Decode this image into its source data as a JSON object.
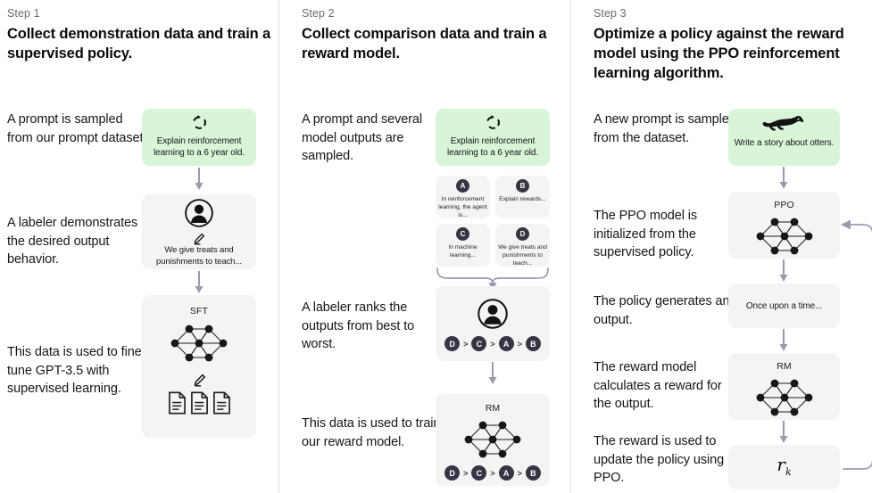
{
  "palette": {
    "green_box": "#d8f5d8",
    "grey_box": "#f4f4f5",
    "arrow": "#9a9ab0",
    "badge": "#353543",
    "divider": "#e2e2e4",
    "text": "#16161a",
    "muted_text": "#6b6b72"
  },
  "columns": [
    {
      "step_label": "Step 1",
      "title": "Collect demonstration data and train a supervised policy.",
      "captions": [
        "A prompt is sampled from our prompt dataset.",
        "A labeler demonstrates the desired output behavior.",
        "This data is used to fine-tune GPT-3.5 with supervised learning."
      ],
      "nodes": [
        {
          "id": "prompt",
          "kind": "green",
          "icon": "cycle-icon",
          "text": "Explain reinforcement learning to a 6 year old."
        },
        {
          "id": "labeler",
          "kind": "grey",
          "icon": "person-icon",
          "icon2": "pencil-icon",
          "text": "We give treats and punishments to teach..."
        },
        {
          "id": "sft",
          "kind": "grey",
          "title": "SFT",
          "icon": "neural-net-icon",
          "icon2": "pencil-icon",
          "icon3": "documents-icon"
        }
      ]
    },
    {
      "step_label": "Step 2",
      "title": "Collect comparison data and train a reward model.",
      "captions": [
        "A prompt and several model outputs are sampled.",
        "A labeler ranks the outputs from best to worst.",
        "This data is used to train our reward model."
      ],
      "nodes": [
        {
          "id": "prompt",
          "kind": "green",
          "icon": "cycle-icon",
          "text": "Explain reinforcement learning to a 6 year old."
        },
        {
          "id": "output-a",
          "kind": "grey",
          "badge": "A",
          "text": "In reinforcement learning, the agent is..."
        },
        {
          "id": "output-b",
          "kind": "grey",
          "badge": "B",
          "text": "Explain rewards..."
        },
        {
          "id": "output-c",
          "kind": "grey",
          "badge": "C",
          "text": "In machine learning..."
        },
        {
          "id": "output-d",
          "kind": "grey",
          "badge": "D",
          "text": "We give treats and punishments to teach..."
        },
        {
          "id": "ranking",
          "kind": "grey",
          "icon": "person-icon",
          "ranking": [
            "D",
            "C",
            "A",
            "B"
          ]
        },
        {
          "id": "rm",
          "kind": "grey",
          "title": "RM",
          "icon": "neural-net-icon",
          "ranking": [
            "D",
            "C",
            "A",
            "B"
          ]
        }
      ]
    },
    {
      "step_label": "Step 3",
      "title": "Optimize a policy against the reward model using the PPO reinforcement learning algorithm.",
      "captions": [
        "A new prompt is sampled from the dataset.",
        "The PPO model is initialized from the supervised policy.",
        "The policy generates an output.",
        "The reward model calculates a reward for the output.",
        "The reward is used to update the policy using PPO."
      ],
      "nodes": [
        {
          "id": "prompt",
          "kind": "green",
          "icon": "otter-icon",
          "text": "Write a story about otters."
        },
        {
          "id": "ppo",
          "kind": "grey",
          "title": "PPO",
          "icon": "neural-net-icon"
        },
        {
          "id": "generation",
          "kind": "grey",
          "text": "Once upon a time..."
        },
        {
          "id": "rm",
          "kind": "grey",
          "title": "RM",
          "icon": "neural-net-icon"
        },
        {
          "id": "reward",
          "kind": "grey",
          "formula": "r",
          "formula_sub": "k"
        }
      ]
    }
  ]
}
